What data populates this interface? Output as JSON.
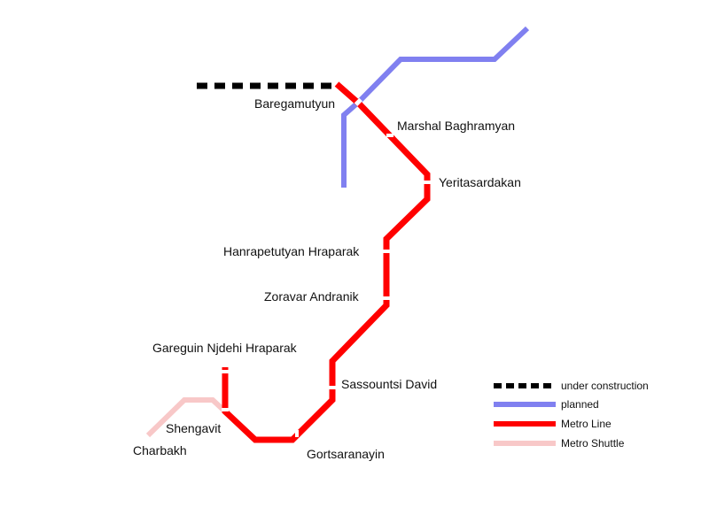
{
  "colors": {
    "metro_line": "#ff0000",
    "planned": "#8080f0",
    "shuttle": "#f8c8c8",
    "under_construction": "#000000",
    "station_tick": "#ffffff"
  },
  "stations": [
    {
      "id": "baregamutyun",
      "label": "Baregamutyun"
    },
    {
      "id": "marshal-baghramyan",
      "label": "Marshal Baghramyan"
    },
    {
      "id": "yeritasardakan",
      "label": "Yeritasardakan"
    },
    {
      "id": "hanrapetutyan-hraparak",
      "label": "Hanrapetutyan Hraparak"
    },
    {
      "id": "zoravar-andranik",
      "label": "Zoravar Andranik"
    },
    {
      "id": "gareguin-njdehi-hraparak",
      "label": "Gareguin Njdehi Hraparak"
    },
    {
      "id": "sassountsi-david",
      "label": "Sassountsi David"
    },
    {
      "id": "shengavit",
      "label": "Shengavit"
    },
    {
      "id": "gortsaranayin",
      "label": "Gortsaranayin"
    },
    {
      "id": "charbakh",
      "label": "Charbakh"
    }
  ],
  "legend": {
    "under_construction": "under construction",
    "planned": "planned",
    "metro_line": "Metro Line",
    "metro_shuttle": "Metro Shuttle"
  }
}
